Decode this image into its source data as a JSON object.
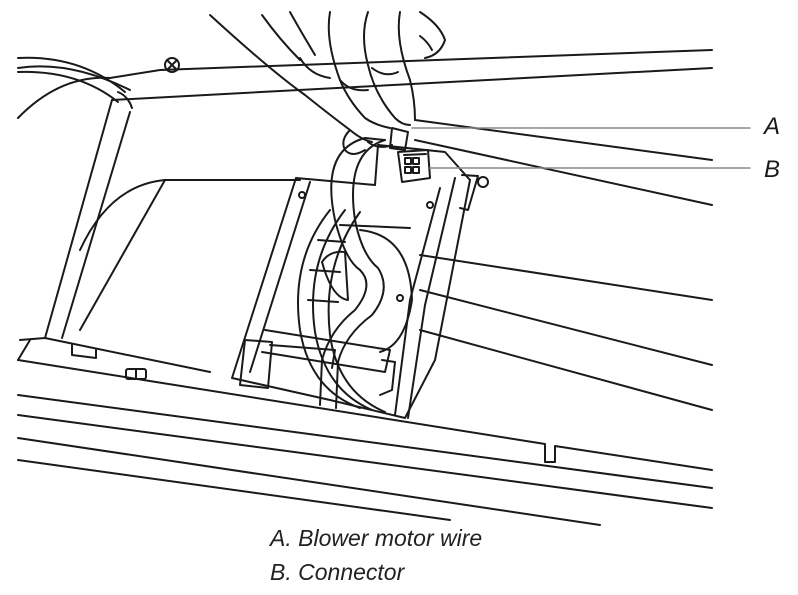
{
  "callouts": {
    "a": "A",
    "b": "B"
  },
  "legend": [
    "A. Blower motor wire",
    "B. Connector"
  ],
  "colors": {
    "line": "#1a1a1a",
    "leader": "#8a8a8a",
    "background": "#ffffff"
  }
}
